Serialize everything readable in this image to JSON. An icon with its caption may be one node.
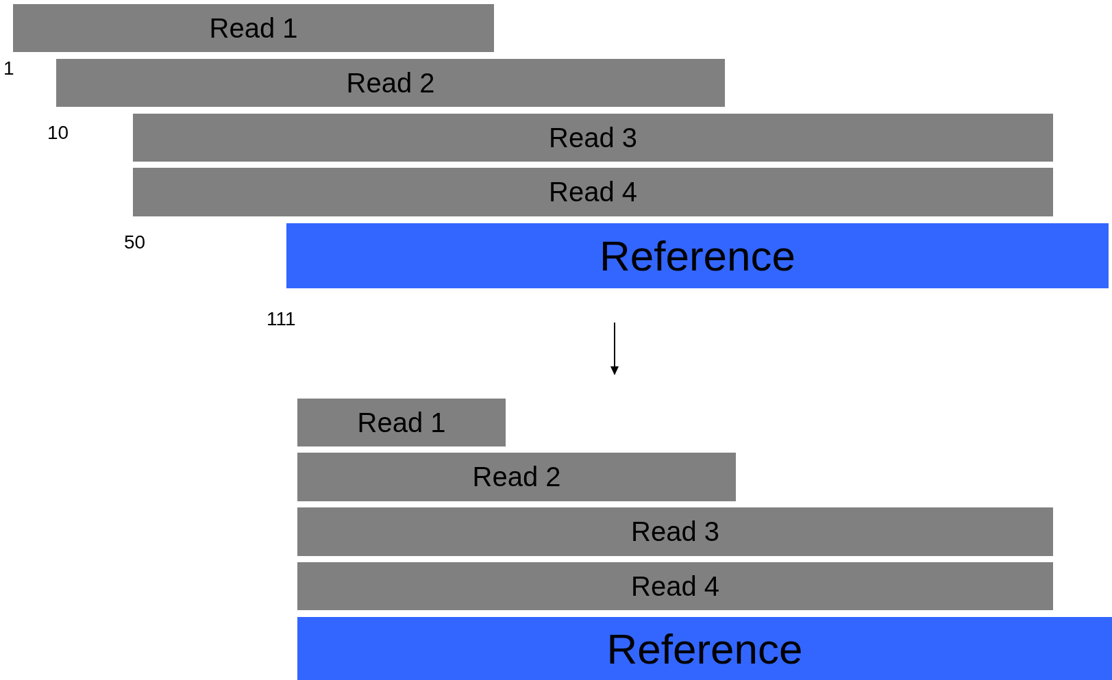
{
  "diagram": {
    "nodes": [
      {
        "text": [
          "Read 1"
        ]
      },
      {
        "text": [
          "Read 2"
        ]
      },
      {
        "text": [
          "Read 3"
        ]
      },
      {
        "text": [
          "Read 4"
        ]
      },
      {
        "text": [
          "Reference"
        ]
      },
      {
        "text": [
          "Read 1"
        ]
      },
      {
        "text": [
          "Read 2"
        ]
      },
      {
        "text": [
          "Read 3"
        ]
      },
      {
        "text": [
          "Read 4"
        ]
      },
      {
        "text": [
          "Reference"
        ]
      }
    ],
    "labels": [
      "1",
      "10",
      "50",
      "111"
    ]
  }
}
